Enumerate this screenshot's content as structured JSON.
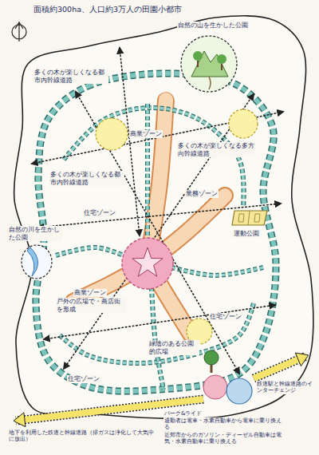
{
  "diagram": {
    "title": "面積約300ha、人口約3万人の田園小都市",
    "nodes": [
      {
        "text": [
          "自然の山を生かした公園"
        ]
      },
      {
        "text": [
          "運動公園"
        ]
      },
      {
        "text": [
          "自然の川を生かした公園"
        ]
      },
      {
        "text": [
          "緑陰のある公園的広場"
        ]
      },
      {
        "text": [
          "鉄道駅と幹線道路のインターチェンジ"
        ]
      }
    ],
    "labels": [
      "多くの木が楽しくなる都市内幹線道路",
      "商業ゾーン",
      "多くの木が楽しくなる多方向幹線道路",
      "業務ゾーン",
      "多くの木が楽しくなる都市内幹線道路",
      "住宅ゾーン",
      "商業ゾーン",
      "戸外の広場で・商店街を形成",
      "住宅ゾーン",
      "住宅ゾーン",
      "パーク&ライド",
      "通勤者は電車・水素自動車から電車に乗り換える",
      "近郊市からのガソリン・ディーゼル自動車は電気・水素自動車に乗り換える",
      "地下を利用した鉄道と幹線道路（排ガスは浄化して大気中に放出）"
    ]
  }
}
